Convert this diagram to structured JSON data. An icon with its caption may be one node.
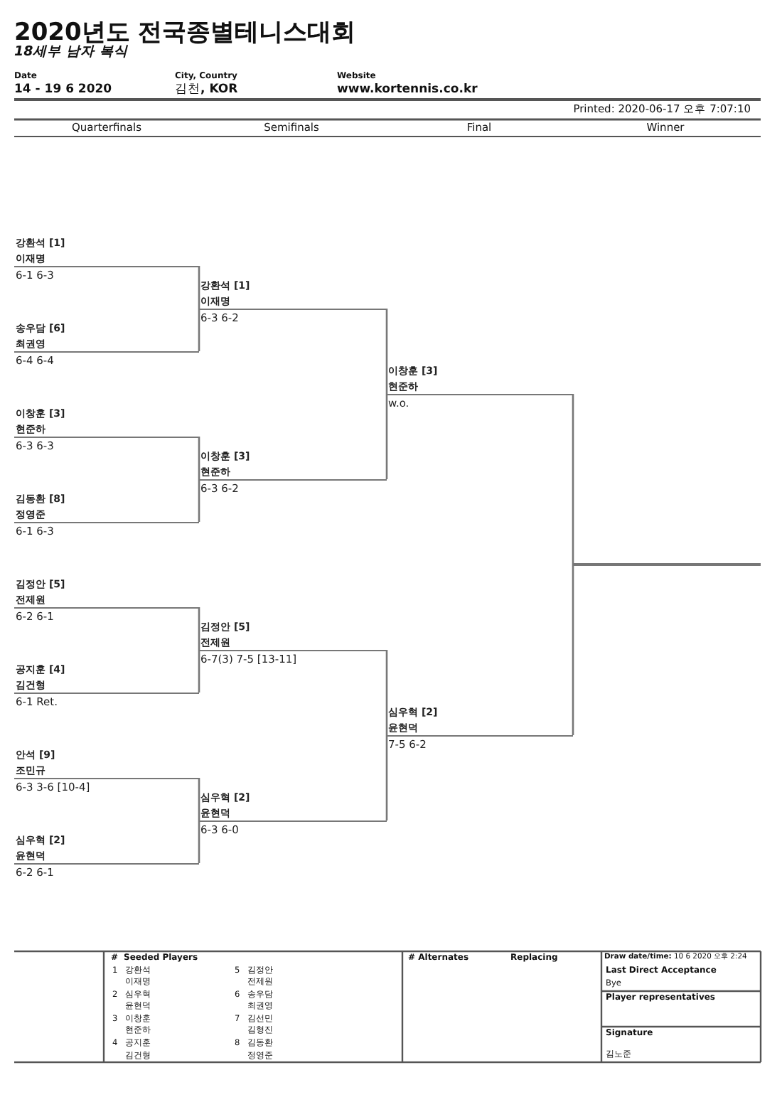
{
  "diagram": {
    "title": "2020년도 전국종별테니스대회",
    "nodes": [
      {
        "text": [
          "강환석 **[1]**",
          "이재명",
          "6-1 6-3"
        ]
      },
      {
        "text": [
          "송우담 **[6]**",
          "최권영",
          "6-4 6-4"
        ]
      },
      {
        "text": [
          "이창훈 **[3]**",
          "현준하",
          "6-3 6-3"
        ]
      },
      {
        "text": [
          "김동환 **[8]**",
          "정영준",
          "6-1 6-3"
        ]
      },
      {
        "text": [
          "김정안 **[5]**",
          "전제원",
          "6-2 6-1"
        ]
      },
      {
        "text": [
          "공지훈 **[4]**",
          "김건형",
          "6-1 Ret."
        ]
      },
      {
        "text": [
          "안석 **[9]**",
          "조민규",
          "6-3 3-6 [10-4]"
        ]
      },
      {
        "text": [
          "심우혁 **[2]**",
          "윤현덕",
          "6-2 6-1"
        ]
      },
      {
        "text": [
          "강환석 **[1]**",
          "이재명",
          "6-3 6-2"
        ]
      },
      {
        "text": [
          "이창훈 **[3]**",
          "현준하",
          "6-3 6-2"
        ]
      },
      {
        "text": [
          "김정안 **[5]**",
          "전제원",
          "6-7(3) 7-5 [13-11]"
        ]
      },
      {
        "text": [
          "심우혁 **[2]**",
          "윤현덕",
          "6-3 6-0"
        ]
      },
      {
        "text": [
          "이창훈 **[3]**",
          "현준하",
          "w.o."
        ]
      },
      {
        "text": [
          "심우혁 **[2]**",
          "윤현덕",
          "7-5 6-2"
        ]
      },
      {
        "text": [],
        "shape": "line"
      }
    ],
    "edges": [
      {
        "from": 0,
        "to": 8,
        "arrow": "none"
      },
      {
        "from": 1,
        "to": 8,
        "arrow": "none"
      },
      {
        "from": 2,
        "to": 9,
        "arrow": "none"
      },
      {
        "from": 3,
        "to": 9,
        "arrow": "none"
      },
      {
        "from": 4,
        "to": 10,
        "arrow": "none"
      },
      {
        "from": 5,
        "to": 10,
        "arrow": "none"
      },
      {
        "from": 6,
        "to": 11,
        "arrow": "none"
      },
      {
        "from": 7,
        "to": 11,
        "arrow": "none"
      },
      {
        "from": 8,
        "to": 12,
        "arrow": "none"
      },
      {
        "from": 9,
        "to": 12,
        "arrow": "none"
      },
      {
        "from": 10,
        "to": 13,
        "arrow": "none"
      },
      {
        "from": 11,
        "to": 13,
        "arrow": "none"
      },
      {
        "from": 12,
        "to": 14,
        "arrow": "none"
      },
      {
        "from": 13,
        "to": 14,
        "arrow": "none"
      }
    ],
    "labels": [
      "18세부 남자 복식",
      "Date",
      "14 - 19 6 2020",
      "City, Country",
      "김천**, KOR**",
      "Website",
      "www.kortennis.co.kr",
      "Printed: 2020-06-17 오후 7:07:10",
      "Quarterfinals",
      "Semifinals",
      "Final",
      "Winner",
      "#",
      "Seeded Players",
      "# Alternates",
      "Replacing",
      "**Draw date/time:** 10 6 2020 오후 2:24",
      "1",
      "강환석",
      "5",
      "김정안",
      "Last Direct Acceptance",
      "이재명",
      "전제원",
      "Bye",
      "2",
      "심우혁",
      "6",
      "송우담",
      "Player representatives",
      "윤현덕",
      "최권영",
      "3",
      "이창훈",
      "7",
      "김선민",
      "현준하",
      "김형진",
      "Signature",
      "4",
      "공지훈",
      "8",
      "김동환",
      "김건형",
      "정영준",
      "김노준"
    ]
  }
}
